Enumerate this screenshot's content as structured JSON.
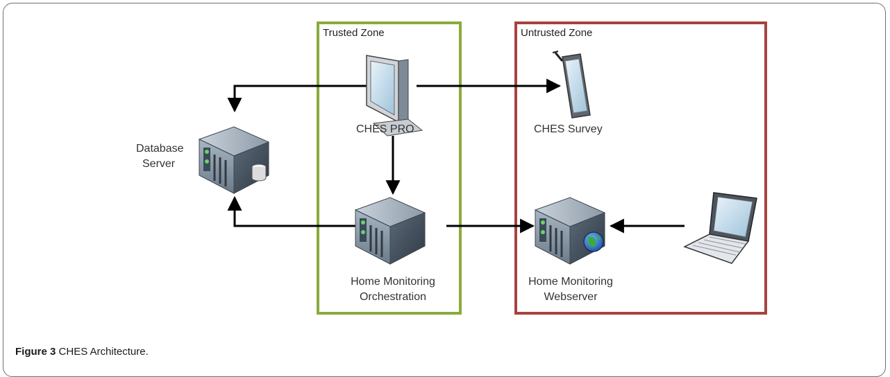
{
  "zones": {
    "trusted": {
      "label": "Trusted Zone",
      "color": "#8aab3d"
    },
    "untrusted": {
      "label": "Untrusted Zone",
      "color": "#a8423e"
    }
  },
  "nodes": {
    "database": {
      "line1": "Database",
      "line2": "Server",
      "icon": "server-icon"
    },
    "pro": {
      "label": "CHES PRO",
      "icon": "monitor-icon"
    },
    "survey": {
      "label": "CHES Survey",
      "icon": "tablet-icon"
    },
    "orchestration": {
      "line1": "Home Monitoring",
      "line2": "Orchestration",
      "icon": "server-icon"
    },
    "webserver": {
      "line1": "Home Monitoring",
      "line2": "Webserver",
      "icon": "web-server-icon"
    },
    "laptop": {
      "icon": "laptop-icon"
    }
  },
  "caption": {
    "figure": "Figure 3",
    "title": "CHES Architecture."
  }
}
